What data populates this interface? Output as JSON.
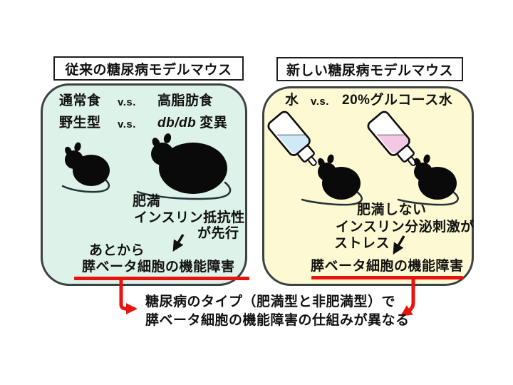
{
  "left_panel": {
    "title": "従来の糖尿病モデルマウス",
    "row1": {
      "a": "通常食",
      "vs": "v.s.",
      "b": "高脂肪食"
    },
    "row2": {
      "a": "野生型",
      "vs": "v.s.",
      "b_italic": "db/db",
      "b_rest": "変異"
    },
    "note1": "肥満",
    "note2": "インスリン抵抗性",
    "note3": "が先行",
    "later": "あとから",
    "outcome": "膵ベータ細胞の機能障害"
  },
  "right_panel": {
    "title": "新しい糖尿病モデルマウス",
    "row1": {
      "a": "水",
      "vs": "v.s.",
      "b": "20%グルコース水"
    },
    "note1": "肥満しない",
    "note2": "インスリン分泌刺激が",
    "note3": "ストレス",
    "outcome": "膵ベータ細胞の機能障害"
  },
  "conclusion": {
    "line1": "糖尿病のタイプ（肥満型と非肥満型）で",
    "line2": "膵ベータ細胞の機能障害の仕組みが異なる"
  },
  "colors": {
    "left_panel_bg": "#ddf2e8",
    "right_panel_bg": "#fdf9d2",
    "highlight_red": "#e8130c",
    "water_liquid": "#cfe9f8",
    "glucose_liquid": "#f4c8e4",
    "mouse_black": "#0a0a0a",
    "border_dark": "#3c4145"
  }
}
